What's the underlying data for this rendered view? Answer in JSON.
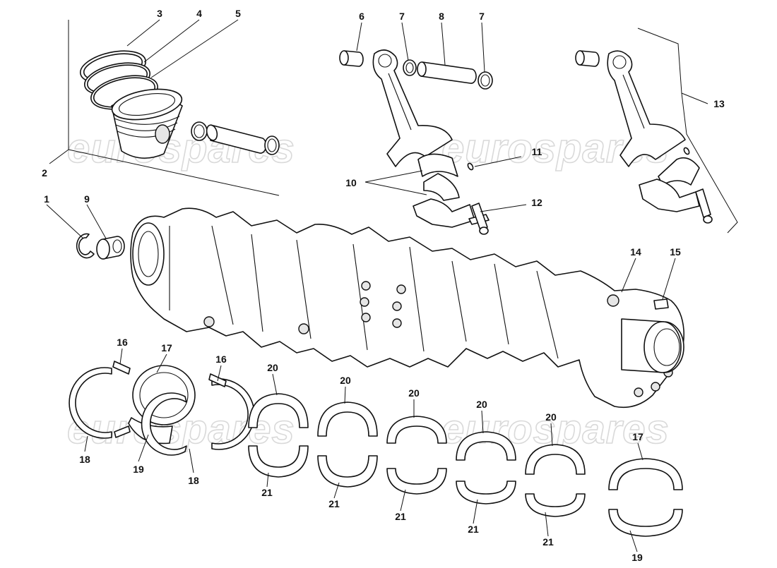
{
  "watermark": "eurospares",
  "callouts": [
    "1",
    "2",
    "3",
    "4",
    "5",
    "6",
    "7",
    "8",
    "7",
    "9",
    "10",
    "11",
    "12",
    "13",
    "14",
    "15",
    "16",
    "17",
    "16",
    "18",
    "19",
    "18",
    "20",
    "20",
    "20",
    "20",
    "20",
    "21",
    "21",
    "21",
    "21",
    "21",
    "17",
    "19"
  ]
}
